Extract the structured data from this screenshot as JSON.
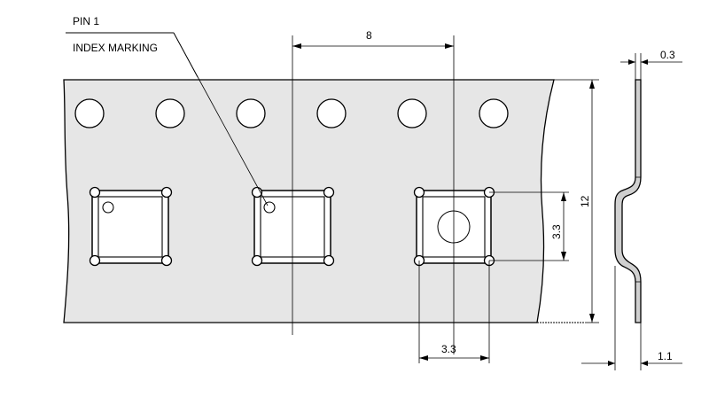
{
  "labels": {
    "pin1": "PIN 1",
    "index_marking": "INDEX MARKING"
  },
  "dimensions": {
    "pitch": "8",
    "tape_thickness": "0.3",
    "tape_width": "12",
    "pocket_height": "3.3",
    "pocket_width": "3.3",
    "cavity_depth": "1.1"
  },
  "colors": {
    "tape_fill": "#e6e6e6",
    "line": "#000000",
    "background": "#ffffff"
  }
}
